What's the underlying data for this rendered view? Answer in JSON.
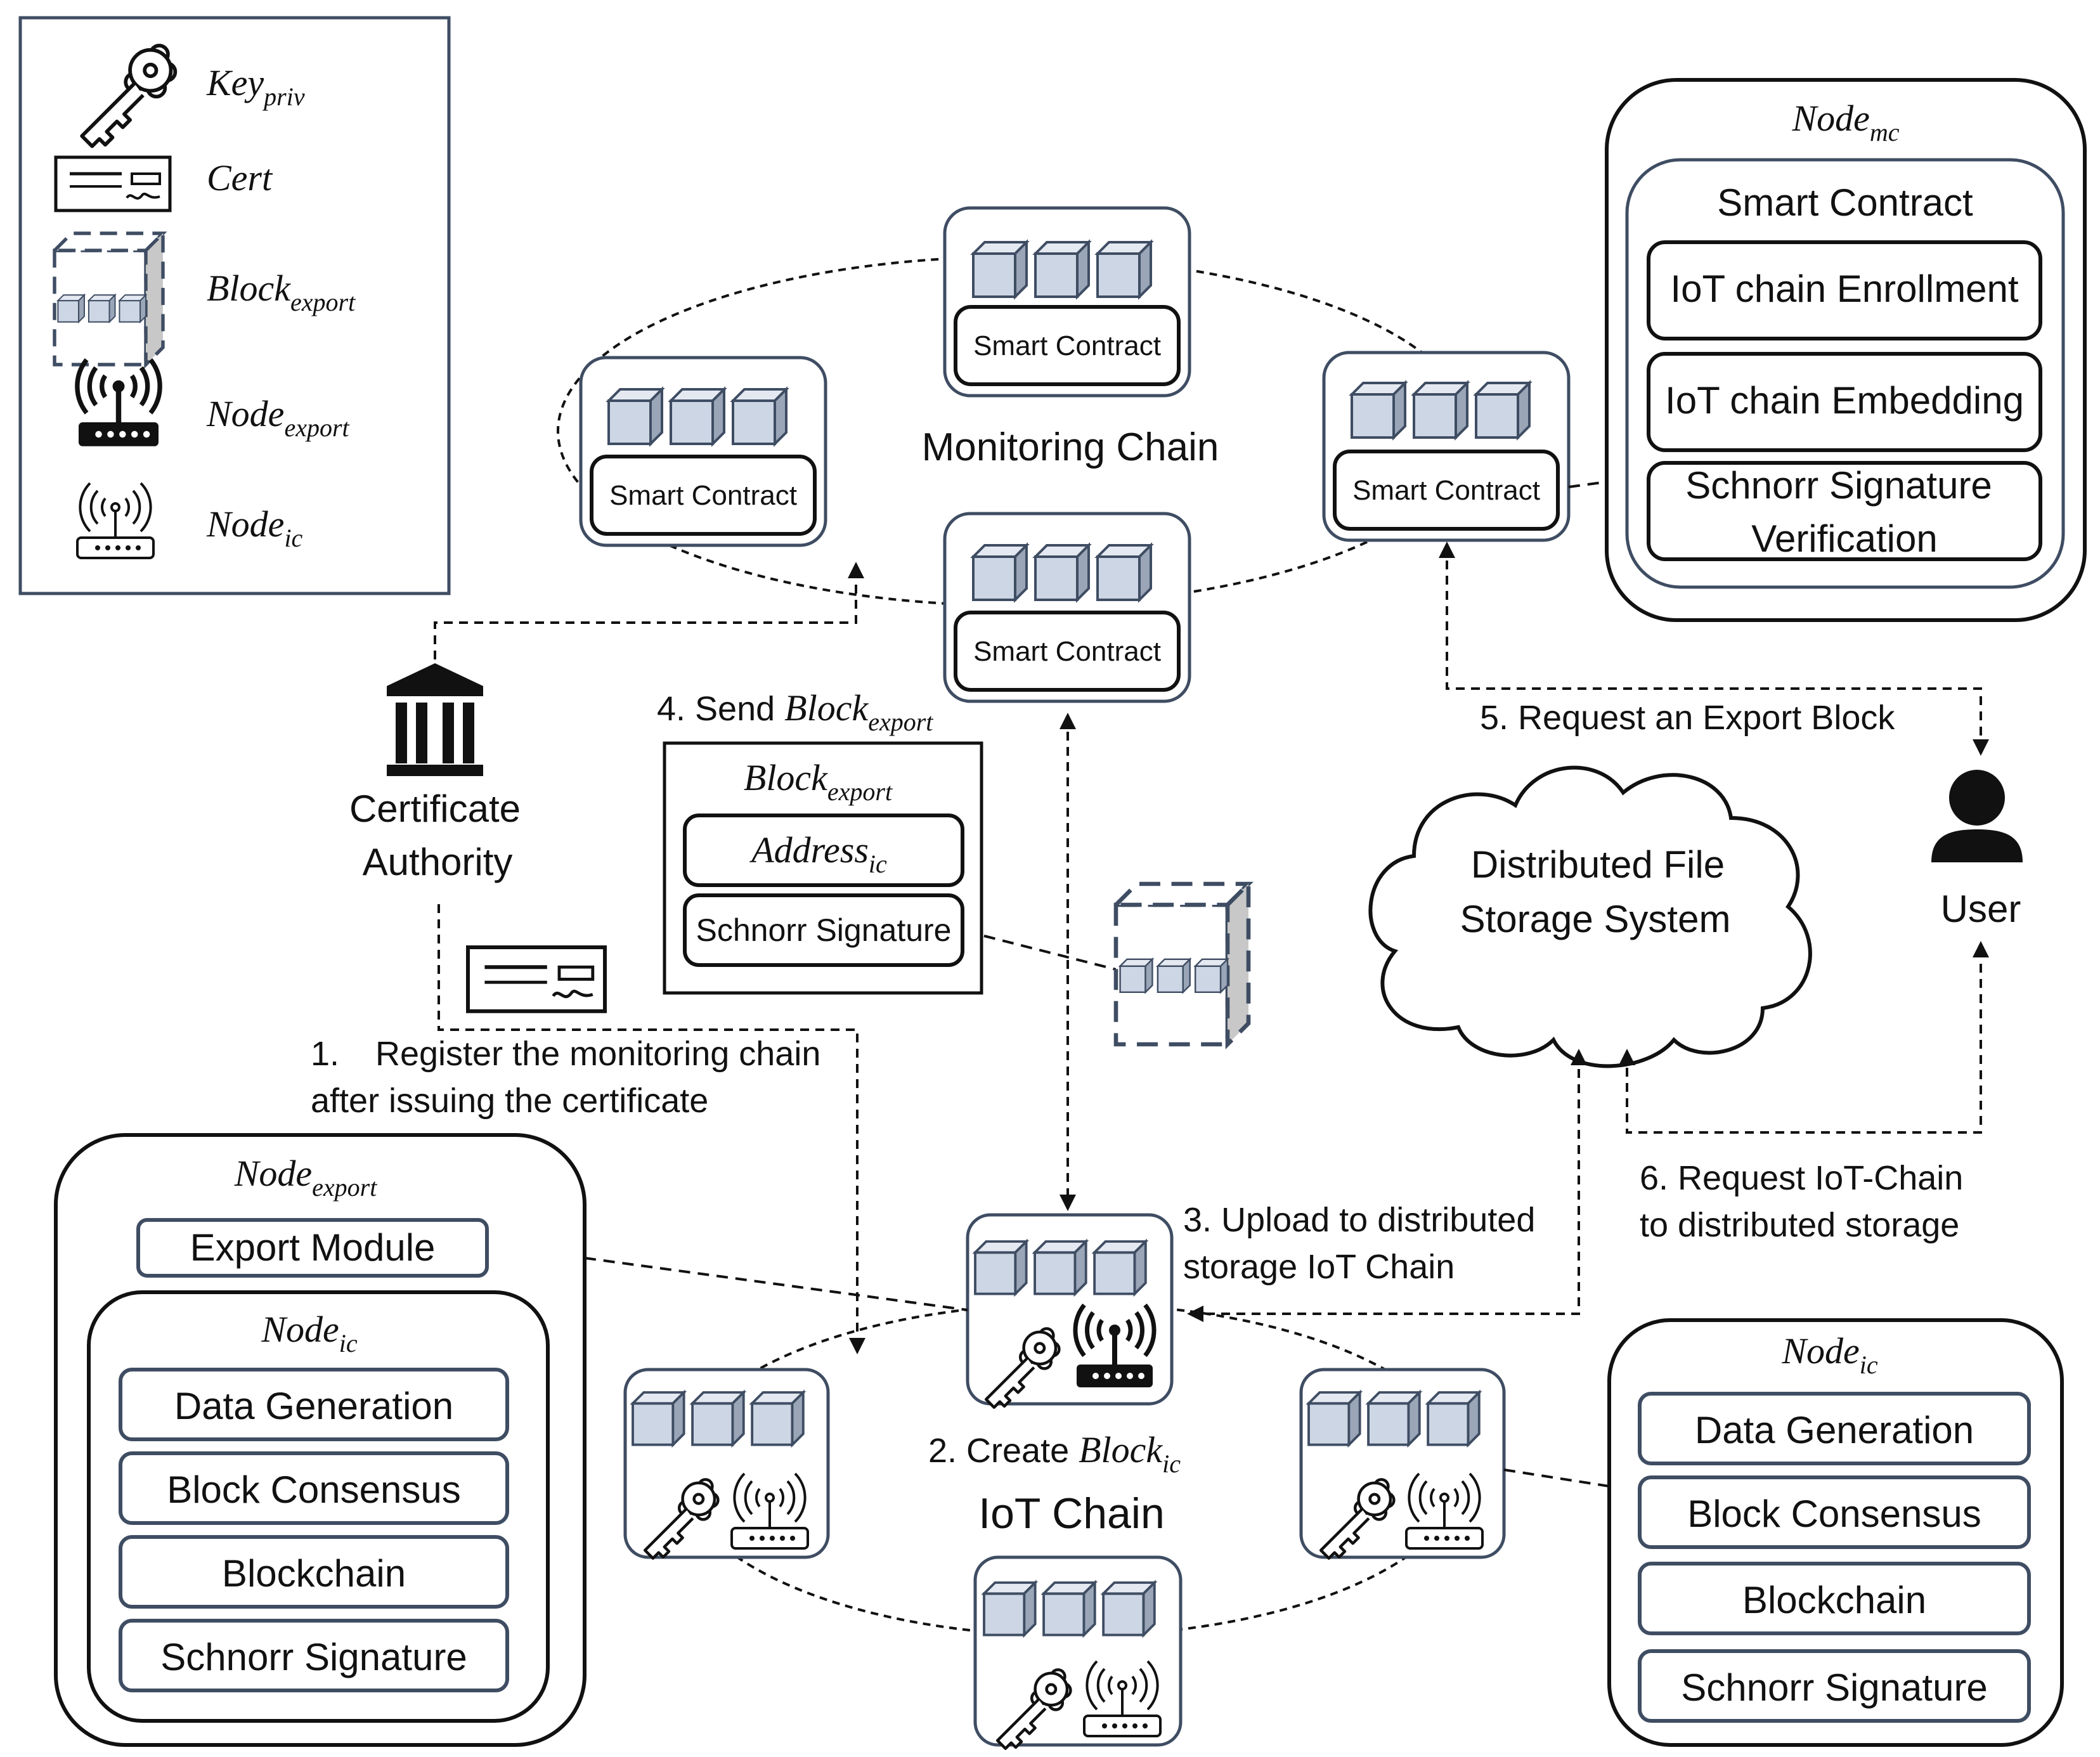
{
  "legend": {
    "key_priv": {
      "base": "Key",
      "sub": "priv"
    },
    "cert": "Cert",
    "block_export": {
      "base": "Block",
      "sub": "export"
    },
    "node_export": {
      "base": "Node",
      "sub": "export"
    },
    "node_ic": {
      "base": "Node",
      "sub": "ic"
    }
  },
  "monitoring_chain": {
    "title": "Monitoring Chain",
    "smart_contract_label": "Smart Contract"
  },
  "iot_chain": {
    "title": "IoT Chain"
  },
  "node_mc": {
    "title": {
      "base": "Node",
      "sub": "mc"
    },
    "smart_contract": "Smart Contract",
    "items": [
      "IoT chain Enrollment",
      "IoT chain Embedding",
      "Schnorr Signature",
      "Verification"
    ]
  },
  "certificate_authority": {
    "line1": "Certificate",
    "line2": "Authority"
  },
  "block_export_box": {
    "title": {
      "base": "Block",
      "sub": "export"
    },
    "address": {
      "base": "Address",
      "sub": "ic"
    },
    "signature": "Schnorr Signature"
  },
  "storage": {
    "line1": "Distributed File",
    "line2": "Storage System"
  },
  "user": {
    "label": "User"
  },
  "node_export_panel": {
    "title": {
      "base": "Node",
      "sub": "export"
    },
    "export_module": "Export Module",
    "inner_title": {
      "base": "Node",
      "sub": "ic"
    },
    "items": [
      "Data Generation",
      "Block Consensus",
      "Blockchain",
      "Schnorr Signature"
    ]
  },
  "node_ic_panel": {
    "title": {
      "base": "Node",
      "sub": "ic"
    },
    "items": [
      "Data Generation",
      "Block Consensus",
      "Blockchain",
      "Schnorr Signature"
    ]
  },
  "steps": {
    "step1_num": "1.",
    "step1_line1": "Register the monitoring chain",
    "step1_line2": "after issuing the certificate",
    "step2": {
      "prefix": "2. Create ",
      "base": "Block",
      "sub": "ic"
    },
    "step3_line1": "3. Upload to distributed",
    "step3_line2": "storage IoT Chain",
    "step4": {
      "prefix": "4. Send ",
      "base": "Block",
      "sub": "export"
    },
    "step5": "5. Request an Export Block",
    "step6_line1": "6. Request IoT-Chain",
    "step6_line2": "to distributed storage"
  },
  "colors": {
    "node_stroke": "#3f4d63",
    "block_fill": "#cdd6e4",
    "block_side": "#9aa6b8",
    "ink": "#111111"
  }
}
